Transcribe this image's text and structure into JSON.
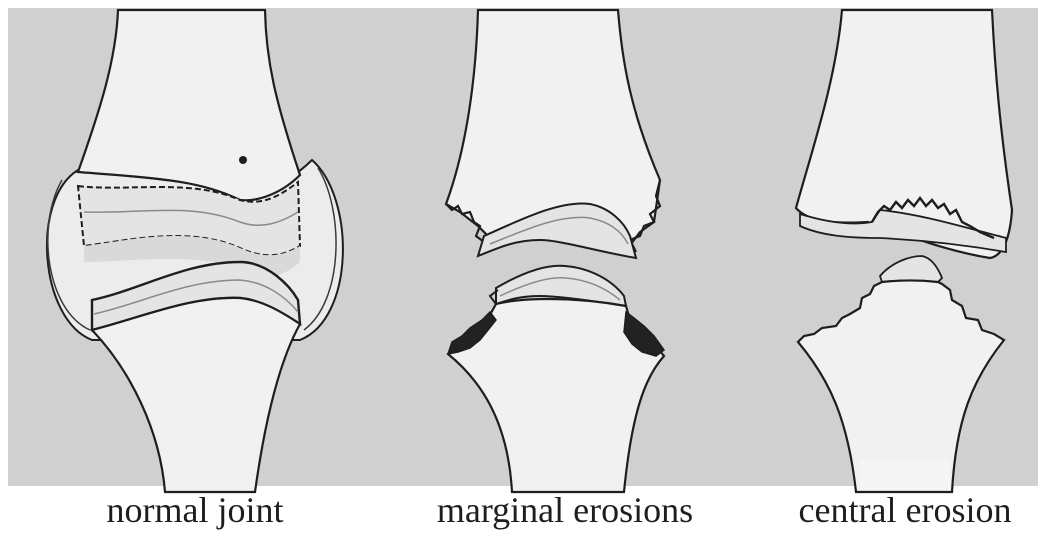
{
  "panels": [
    {
      "key": "normal",
      "caption": "normal joint"
    },
    {
      "key": "marginal",
      "caption": "marginal erosions"
    },
    {
      "key": "central",
      "caption": "central erosion"
    }
  ],
  "colors": {
    "background": "#d2d2d2",
    "bone": "#f1f1f1",
    "cartilage": "#e4e4e4",
    "outline": "#1e1e1e",
    "erosion": "#222222"
  }
}
